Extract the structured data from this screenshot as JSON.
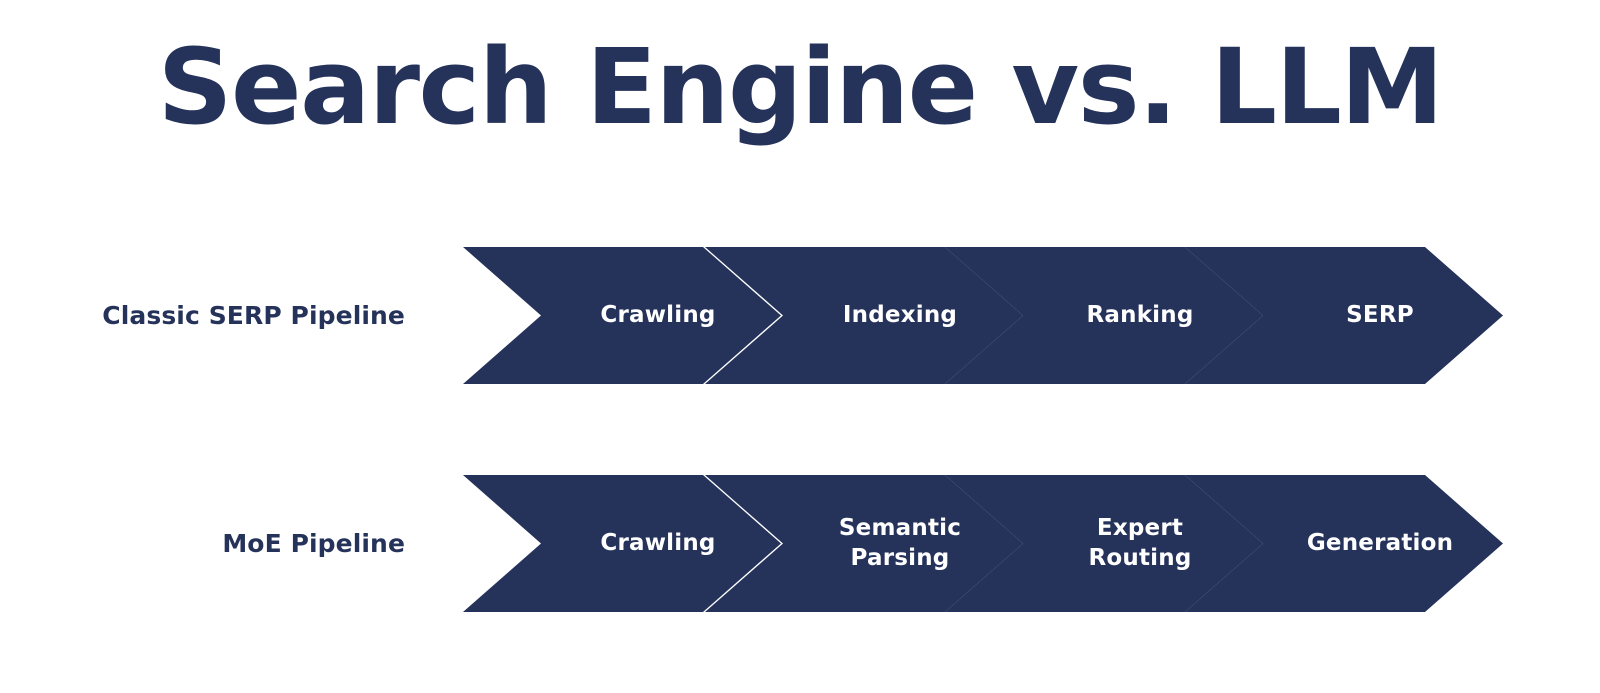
{
  "title": "Search Engine vs. LLM",
  "colors": {
    "background": "#ffffff",
    "chevron_fill": "#25325a",
    "title_text": "#25325a",
    "label_text": "#25325a",
    "chevron_text": "#ffffff"
  },
  "diagram": {
    "type": "two-row-chevron-process-flow",
    "rows": [
      {
        "label": "Classic SERP Pipeline",
        "steps": [
          {
            "label": "Crawling"
          },
          {
            "label": "Indexing"
          },
          {
            "label": "Ranking"
          },
          {
            "label": "SERP"
          }
        ]
      },
      {
        "label": "MoE Pipeline",
        "steps": [
          {
            "label": "Crawling"
          },
          {
            "label": "Semantic\nParsing"
          },
          {
            "label": "Expert\nRouting"
          },
          {
            "label": "Generation"
          }
        ]
      }
    ]
  }
}
